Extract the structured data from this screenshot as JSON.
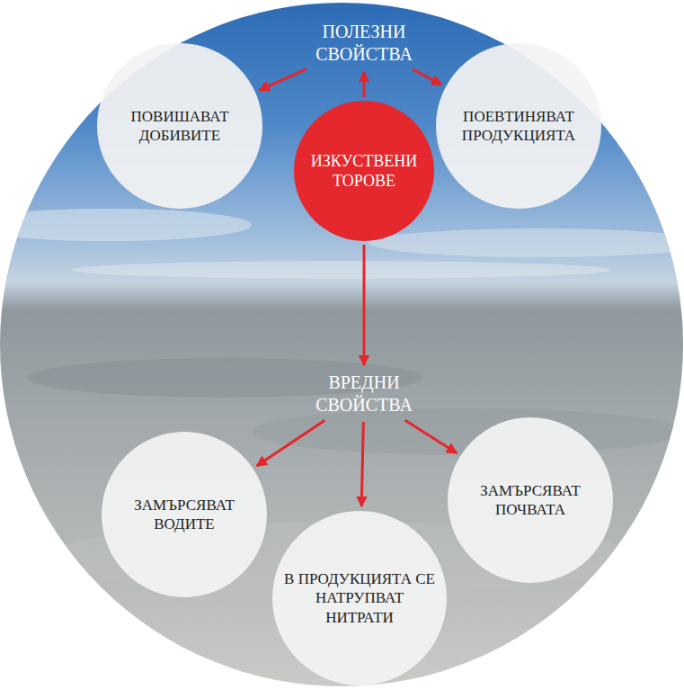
{
  "diagram": {
    "nodes": [
      {
        "text": [
          "ПОЛЕЗНИ СВОЙСТВА"
        ]
      },
      {
        "text": [
          "ПОВИШАВАТ ДОБИВИТЕ"
        ]
      },
      {
        "text": [
          "ПОЕВТИНЯВАТ ПРОДУКЦИЯТА"
        ]
      },
      {
        "text": [
          "ИЗКУСТВЕНИ ТОРОВЕ"
        ]
      },
      {
        "text": [
          "ВРЕДНИ СВОЙСТВА"
        ]
      },
      {
        "text": [
          "ЗАМЪРСЯВАТ ВОДИТЕ"
        ]
      },
      {
        "text": [
          "В ПРОДУКЦИЯТА СЕ НАТРУПВАТ НИТРАТИ"
        ]
      },
      {
        "text": [
          "ЗАМЪРСЯВАТ ПОЧВАТА"
        ]
      }
    ],
    "edges": [
      {
        "from": 3,
        "to": 0,
        "arrow": "to"
      },
      {
        "from": 0,
        "to": 1,
        "arrow": "to"
      },
      {
        "from": 0,
        "to": 2,
        "arrow": "to"
      },
      {
        "from": 3,
        "to": 4,
        "arrow": "to"
      },
      {
        "from": 4,
        "to": 5,
        "arrow": "to"
      },
      {
        "from": 4,
        "to": 6,
        "arrow": "to"
      },
      {
        "from": 4,
        "to": 7,
        "arrow": "to"
      }
    ]
  }
}
